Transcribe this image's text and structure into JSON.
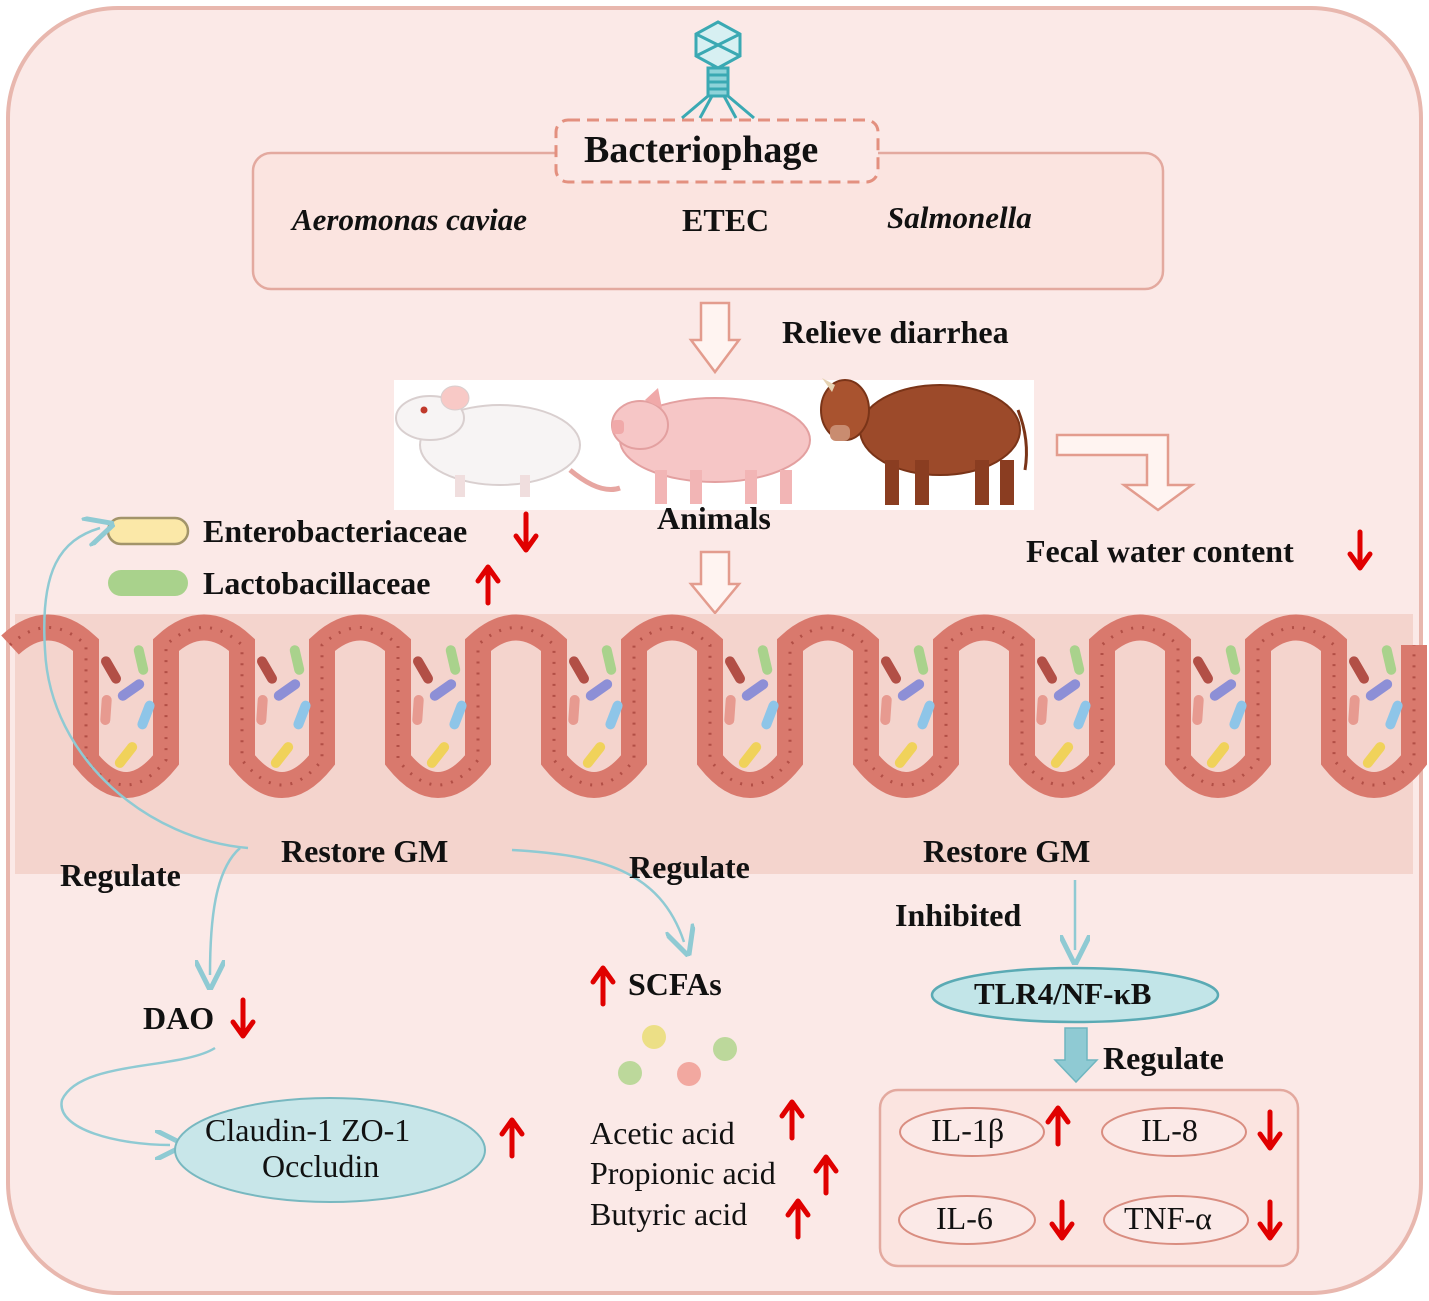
{
  "title": "Bacteriophage",
  "pathogens": [
    "Aeromonas caviae",
    "ETEC",
    "Salmonella"
  ],
  "effects": {
    "relieve": "Relieve diarrhea",
    "animals": "Animals",
    "fecal": "Fecal water content",
    "fecal_trend": "down"
  },
  "legend": {
    "entero": "Enterobacteriaceae",
    "entero_trend": "down",
    "lacto": "Lactobacillaceae",
    "lacto_trend": "up"
  },
  "gut": {
    "restore_left": "Restore GM",
    "restore_right": "Restore GM",
    "regulate_left": "Regulate",
    "regulate_mid": "Regulate",
    "inhibited": "Inhibited"
  },
  "barrier": {
    "dao": "DAO",
    "dao_trend": "down",
    "proteins_line1": "Claudin-1  ZO-1",
    "proteins_line2": "Occludin",
    "proteins_trend": "up"
  },
  "scfa": {
    "label": "SCFAs",
    "trend": "up",
    "acids": [
      {
        "name": "Acetic acid",
        "trend": "up"
      },
      {
        "name": "Propionic acid",
        "trend": "up"
      },
      {
        "name": "Butyric acid",
        "trend": "up"
      }
    ]
  },
  "pathway": {
    "name": "TLR4/NF-κB",
    "regulate": "Regulate",
    "cytokines": [
      {
        "name": "IL-1β",
        "trend": "up"
      },
      {
        "name": "IL-8",
        "trend": "down"
      },
      {
        "name": "IL-6",
        "trend": "down"
      },
      {
        "name": "TNF-α",
        "trend": "down"
      }
    ]
  },
  "colors": {
    "frame_bg": "#fbe9e7",
    "frame_border": "#e8b7ae",
    "band": "#f4d4cd",
    "tissue": "#d9796d",
    "tissue_dark": "#b24f46",
    "teal": "#b7e2e6",
    "teal_line": "#8fcad3",
    "red_arrow": "#e00000"
  }
}
